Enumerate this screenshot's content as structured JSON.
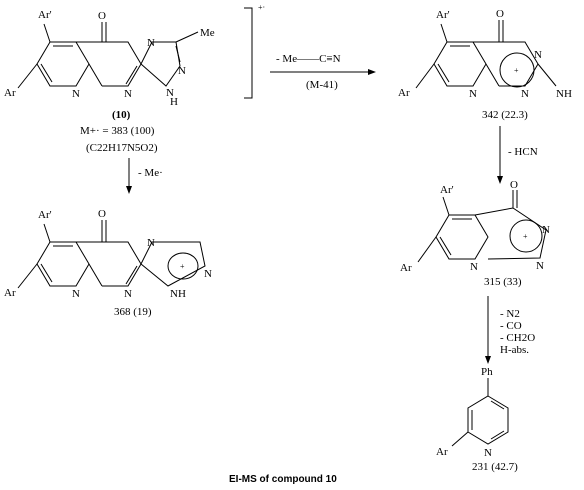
{
  "caption": "EI-MS of compound 10",
  "compound10": {
    "label": "(10)",
    "ion_line": "M+· = 383 (100)",
    "formula": "(C22H17N5O2)",
    "atoms": {
      "ar_top": "Ar'",
      "ar_left": "Ar",
      "o": "O",
      "n_ring": "N",
      "n_bridge": "N",
      "n_ring2": "N",
      "n_tri": "N",
      "nh": "N",
      "h": "H",
      "me": "Me"
    },
    "charge_mark": "+·"
  },
  "step1": {
    "label": "- Me——C≡N",
    "sublabel": "(M-41)"
  },
  "frag342": {
    "label": "342 (22.3)",
    "atoms": {
      "ar_top": "Ar'",
      "ar_left": "Ar",
      "o": "O",
      "n1": "N",
      "n2": "N",
      "n3": "N",
      "nh": "NH"
    },
    "charge": "+"
  },
  "step2": {
    "label": "- Me·"
  },
  "frag368": {
    "label": "368 (19)",
    "atoms": {
      "ar_top": "Ar'",
      "ar_left": "Ar",
      "o": "O",
      "n1": "N",
      "n2": "N",
      "n3": "N",
      "n4": "N",
      "nh": "N",
      "h": "H"
    },
    "charge": "+"
  },
  "step3": {
    "label": "- HCN"
  },
  "frag315": {
    "label": "315 (33)",
    "atoms": {
      "ar_top": "Ar'",
      "ar_left": "Ar",
      "o": "O",
      "n1": "N",
      "n2": "N",
      "n3": "N"
    },
    "charge": "+"
  },
  "step4": {
    "lines": [
      "- N2",
      "- CO",
      "- CH2O",
      "H-abs."
    ]
  },
  "frag231": {
    "label": "231 (42.7)",
    "atoms": {
      "ph": "Ph",
      "ar": "Ar",
      "n": "N"
    }
  }
}
